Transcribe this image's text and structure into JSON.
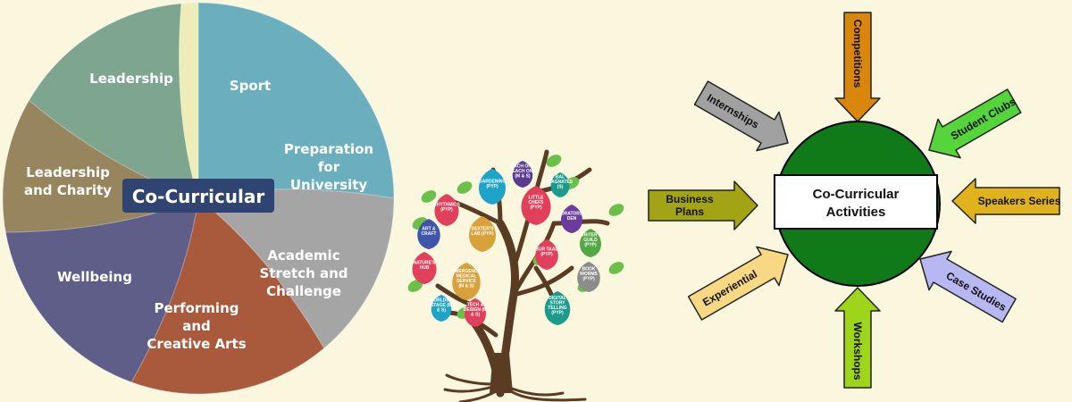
{
  "pie": {
    "center_label": "Co-Curricular",
    "center_color": "#2f4470",
    "segments": [
      {
        "label": "Sport",
        "color": "#6bafbf"
      },
      {
        "label": "Preparation for University",
        "color": "#a5a5a5"
      },
      {
        "label": "Academic Stretch and Challenge",
        "color": "#a95a3c"
      },
      {
        "label": "Performing and Creative Arts",
        "color": "#5f5e88"
      },
      {
        "label": "Wellbeing",
        "color": "#97865d"
      },
      {
        "label": "Leadership and Charity",
        "color": "#7ea68f"
      },
      {
        "label": "Leadership",
        "color": "#eeecb8"
      }
    ]
  },
  "tree": {
    "trunk_color": "#5a3b24",
    "leaves": [
      {
        "label": "GARDENING (PYP)",
        "color": "#1fa4c9"
      },
      {
        "label": "EACH ONE TEACH ONE (M & S)",
        "color": "#5b3b8f"
      },
      {
        "label": "BAL MAGNATES (S)",
        "color": "#1a9b8b"
      },
      {
        "label": "RHYTHMICS (PYP)",
        "color": "#e0405a"
      },
      {
        "label": "LITTLE CHEFS (PYP)",
        "color": "#e0405a"
      },
      {
        "label": "ORATORS DEN",
        "color": "#6a3d9a"
      },
      {
        "label": "ART & CRAFT",
        "color": "#3f56a8"
      },
      {
        "label": "DEXTER'S LAB (PYP)",
        "color": "#d8a13a"
      },
      {
        "label": "WRITER'S GUILD (PYP)",
        "color": "#53a843"
      },
      {
        "label": "SUR TAAL (PYP)",
        "color": "#e0405a"
      },
      {
        "label": "NATURE'S HUB",
        "color": "#e0405a"
      },
      {
        "label": "EMERGENCY MEDICAL SERVICE (M & S)",
        "color": "#d8a13a"
      },
      {
        "label": "BOOK WORMS (PYP)",
        "color": "#8c8c8c"
      },
      {
        "label": "WORLDS A STAGE (M & S)",
        "color": "#1fa4c9"
      },
      {
        "label": "TECH & DESIGN (M & S)",
        "color": "#e0405a"
      },
      {
        "label": "DIGITAL STORY TELLING (PYP)",
        "color": "#1a9b8b"
      }
    ]
  },
  "hub": {
    "title_line1": "Co-Curricular",
    "title_line2": "Activities",
    "circle_color": "#0f7a17",
    "spokes": [
      {
        "label": "Competitions",
        "color": "#d9870c",
        "label_lines": [
          "Competitions"
        ]
      },
      {
        "label": "Student Clubs",
        "color": "#56d43c",
        "label_lines": [
          "Student Clubs"
        ]
      },
      {
        "label": "Speakers Series",
        "color": "#e0b21d",
        "label_lines": [
          "Speakers Series"
        ]
      },
      {
        "label": "Case Studies",
        "color": "#b7b7f2",
        "label_lines": [
          "Case Studies"
        ]
      },
      {
        "label": "Workshops",
        "color": "#9ed51b",
        "label_lines": [
          "Workshops"
        ]
      },
      {
        "label": "Experiential",
        "color": "#f8d883",
        "label_lines": [
          "Experiential"
        ]
      },
      {
        "label": "Business Plans",
        "color": "#a3a316",
        "label_lines": [
          "Business",
          "Plans"
        ]
      },
      {
        "label": "Internships",
        "color": "#a1a1a1",
        "label_lines": [
          "Internships"
        ]
      }
    ]
  }
}
